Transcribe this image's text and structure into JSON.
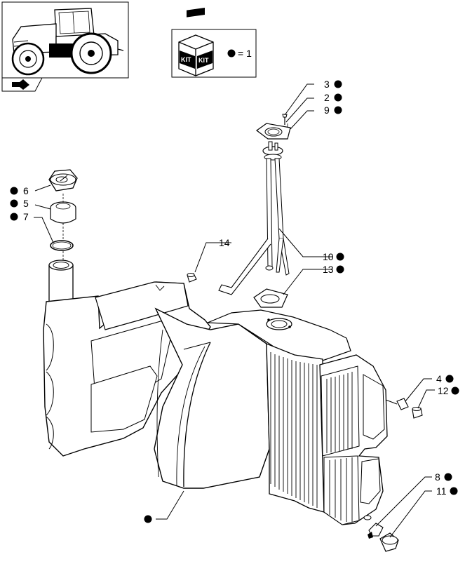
{
  "kit_legend": {
    "equals_text": "= 1",
    "box_label_left": "KIT",
    "box_label_right": "KIT"
  },
  "callouts": [
    {
      "id": "c3",
      "num": "3",
      "dot": true
    },
    {
      "id": "c2",
      "num": "2",
      "dot": true
    },
    {
      "id": "c9",
      "num": "9",
      "dot": true
    },
    {
      "id": "c6",
      "num": "6",
      "dot": true
    },
    {
      "id": "c5",
      "num": "5",
      "dot": true
    },
    {
      "id": "c7",
      "num": "7",
      "dot": true
    },
    {
      "id": "c14",
      "num": "14",
      "dot": false
    },
    {
      "id": "c10",
      "num": "10",
      "dot": true
    },
    {
      "id": "c13",
      "num": "13",
      "dot": true
    },
    {
      "id": "c4",
      "num": "4",
      "dot": true
    },
    {
      "id": "c12",
      "num": "12",
      "dot": true
    },
    {
      "id": "c8",
      "num": "8",
      "dot": true
    },
    {
      "id": "c11",
      "num": "11",
      "dot": true
    },
    {
      "id": "c0",
      "num": "",
      "dot": true
    }
  ],
  "icons": {
    "thumbnail": "tractor-thumbnail-icon",
    "nav": "page-navigation-arrow-icon",
    "kit": "kit-box-icon"
  }
}
